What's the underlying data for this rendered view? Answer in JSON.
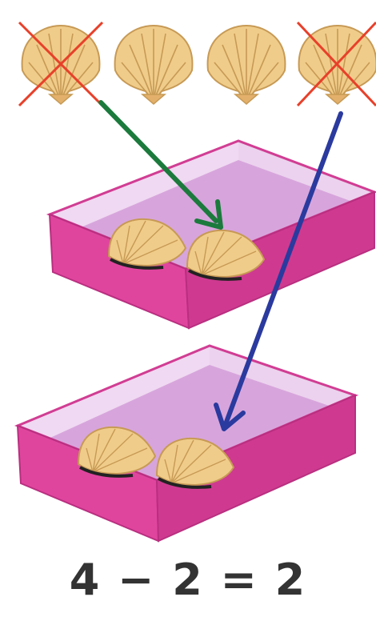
{
  "equation": {
    "minuend": "4",
    "minus_sign": "−",
    "subtrahend": "2",
    "equals_sign": "=",
    "result": "2"
  },
  "shells_row": {
    "count": 4,
    "crossed_out": [
      true,
      false,
      false,
      true
    ]
  },
  "trays": {
    "count": 2,
    "shells_per_tray": 2
  },
  "colors": {
    "shell_fill": "#f0cc8a",
    "shell_stroke": "#c79a55",
    "cross": "#e8402a",
    "arrow_green": "#1b7a3c",
    "arrow_blue": "#2a3a9e",
    "tray_side": "#e0459e",
    "tray_top": "#e8c8ea",
    "tray_inner": "#d7a5dc"
  }
}
